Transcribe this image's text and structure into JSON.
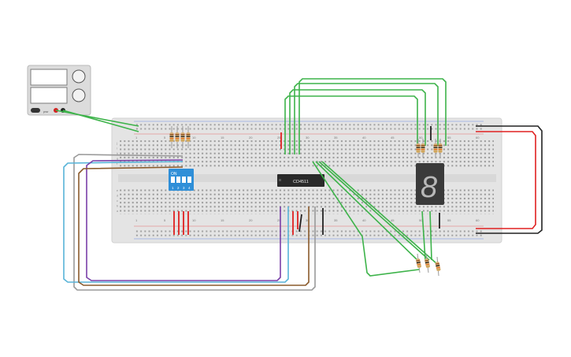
{
  "power_supply": {
    "label": "pwr",
    "display1": "",
    "display2": ""
  },
  "ic": {
    "label": "CD4511"
  },
  "dip_switch": {
    "on_label": "ON",
    "positions": [
      "1",
      "2",
      "3",
      "4"
    ]
  },
  "breadboard": {
    "column_numbers": [
      "1",
      "5",
      "10",
      "15",
      "20",
      "25",
      "30",
      "35",
      "40",
      "45",
      "50",
      "55",
      "60"
    ],
    "row_letters_top": [
      "j",
      "i",
      "h",
      "g",
      "f"
    ],
    "row_letters_bottom": [
      "e",
      "d",
      "c",
      "b",
      "a"
    ]
  },
  "seven_segment": {
    "digit": "8"
  },
  "colors": {
    "board": "#e3e3e3",
    "wire_green": "#3db34a",
    "wire_red": "#e02020",
    "wire_black": "#222222",
    "wire_purple": "#7a3fa8",
    "wire_cyan": "#58b4d8",
    "wire_brown": "#8a5a2b",
    "wire_gray": "#9a9a9a",
    "dip": "#2f8fd8",
    "ic": "#2a2a2a",
    "display": "#3a3a3a"
  }
}
